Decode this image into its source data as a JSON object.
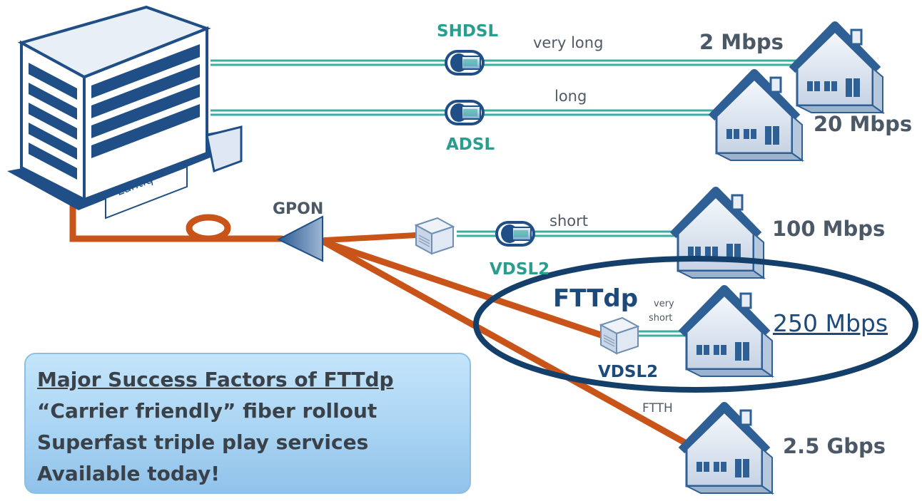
{
  "links": {
    "shdsl": {
      "tech": "SHDSL",
      "length": "very long",
      "speed": "2 Mbps"
    },
    "adsl": {
      "tech": "ADSL",
      "length": "long",
      "speed": "20 Mbps"
    },
    "vdsl2": {
      "tech": "VDSL2",
      "length": "short",
      "speed": "100 Mbps"
    },
    "fttdp": {
      "title": "FTTdp",
      "length_line1": "very",
      "length_line2": "short",
      "tech": "VDSL2",
      "speed": "250 Mbps"
    },
    "ftth": {
      "tech": "FTTH",
      "speed": "2.5 Gbps"
    }
  },
  "gpon": {
    "label": "GPON"
  },
  "building": {
    "logo_text": "Lantiq"
  },
  "success_box": {
    "title": "Major Success Factors of FTTdp",
    "items": [
      "“Carrier friendly” fiber rollout",
      "Superfast triple play services",
      "Available today!"
    ]
  },
  "colors": {
    "fiber": "#c9541a",
    "copper_line": "#3aaea0",
    "building": "#1f4f86",
    "house": "#2e5f95",
    "highlight_ellipse": "#153f6b",
    "accent_text": "#2a9d8f"
  }
}
